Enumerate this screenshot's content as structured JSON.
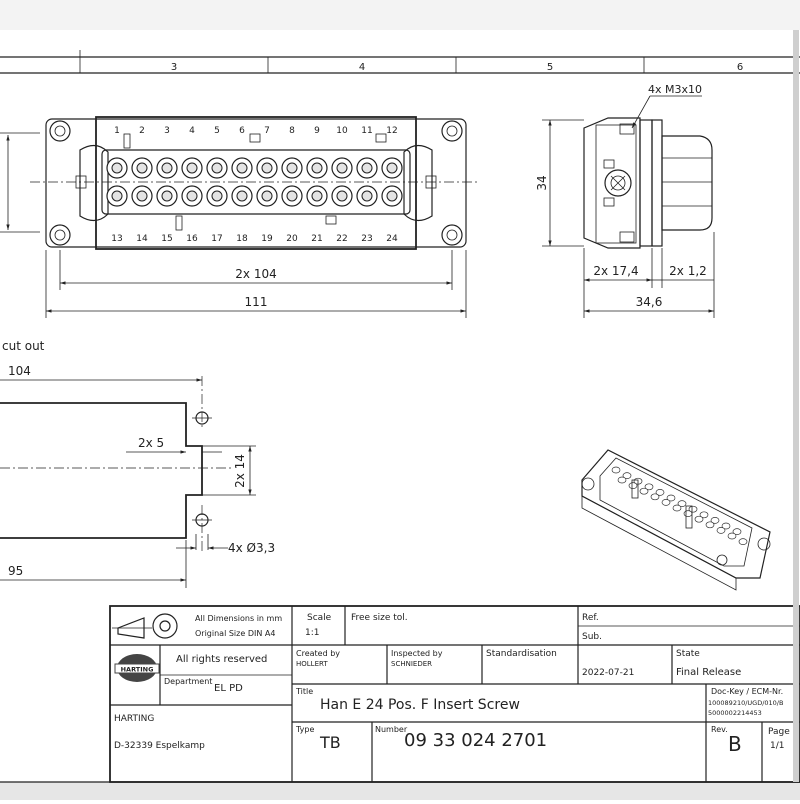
{
  "column_numbers": [
    "3",
    "4",
    "5",
    "6"
  ],
  "front_view": {
    "pins_top": [
      "1",
      "2",
      "3",
      "4",
      "5",
      "6",
      "7",
      "8",
      "9",
      "10",
      "11",
      "12"
    ],
    "pins_bottom": [
      "13",
      "14",
      "15",
      "16",
      "17",
      "18",
      "19",
      "20",
      "21",
      "22",
      "23",
      "24"
    ],
    "dim_inner": "2x 104",
    "dim_overall": "111"
  },
  "side_view": {
    "screw_label": "4x M3x10",
    "dim_height": "34",
    "dim_a": "2x 17,4",
    "dim_b": "2x 1,2",
    "dim_overall": "34,6"
  },
  "cutout": {
    "title": "cut out",
    "dim_104": "104",
    "dim_2x5": "2x 5",
    "dim_2x14": "2x 14",
    "dim_hole": "4x Ø3,3",
    "dim_95": "95"
  },
  "title_block": {
    "dims_note_1": "All Dimensions in mm",
    "dims_note_2": "Original Size DIN A4",
    "scale_label": "Scale",
    "scale_value": "1:1",
    "tolerance": "Free size tol.",
    "ref_label": "Ref.",
    "sub_label": "Sub.",
    "rights": "All rights reserved",
    "logo_text": "HARTING",
    "department_label": "Department",
    "department_value": "EL PD",
    "created_by": "Created by",
    "created_name": "HOLLERT",
    "inspected_by": "Inspected by",
    "inspected_name": "SCHNIEDER",
    "standardisation": "Standardisation",
    "date": "2022-07-21",
    "state_label": "State",
    "state_value": "Final Release",
    "title_label": "Title",
    "title_value": "Han E 24 Pos. F Insert Screw",
    "dockey_label": "Doc-Key / ECM-Nr.",
    "dockey_1": "100089210/UGD/010/B",
    "dockey_2": "5000002214453",
    "company": "HARTING",
    "address": "D-32339 Espelkamp",
    "type_label": "Type",
    "type_value": "TB",
    "number_label": "Number",
    "number_value": "09 33 024 2701",
    "rev_label": "Rev.",
    "rev_value": "B",
    "page_label": "Page",
    "page_value": "1/1"
  }
}
